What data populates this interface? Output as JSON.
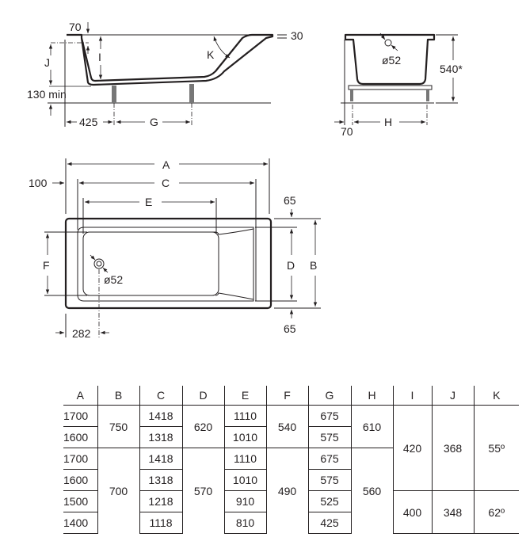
{
  "side_view": {
    "rim_70": "70",
    "rim_30": "30",
    "J": "J",
    "I": "I",
    "K": "K",
    "min_130": "130 min",
    "offset_425": "425",
    "G": "G"
  },
  "end_view": {
    "drain": "ø52",
    "height": "540*",
    "offset_70": "70",
    "H": "H"
  },
  "plan_view": {
    "A": "A",
    "C": "C",
    "E": "E",
    "offset_100": "100",
    "top_65": "65",
    "bottom_65": "65",
    "D": "D",
    "B": "B",
    "F": "F",
    "drain": "ø52",
    "offset_282": "282"
  },
  "table": {
    "headers": [
      "A",
      "B",
      "C",
      "D",
      "E",
      "F",
      "G",
      "H",
      "I",
      "J",
      "K"
    ],
    "A": [
      "1700",
      "1600",
      "1700",
      "1600",
      "1500",
      "1400"
    ],
    "B": [
      "750",
      "700"
    ],
    "C": [
      "1418",
      "1318",
      "1418",
      "1318",
      "1218",
      "1118"
    ],
    "D": [
      "620",
      "570"
    ],
    "E": [
      "1110",
      "1010",
      "1110",
      "1010",
      "910",
      "810"
    ],
    "F": [
      "540",
      "490"
    ],
    "G": [
      "675",
      "575",
      "675",
      "575",
      "525",
      "425"
    ],
    "H": [
      "610",
      "560"
    ],
    "I": [
      "420",
      "400"
    ],
    "J": [
      "368",
      "348"
    ],
    "K": [
      "55º",
      "62º"
    ]
  }
}
